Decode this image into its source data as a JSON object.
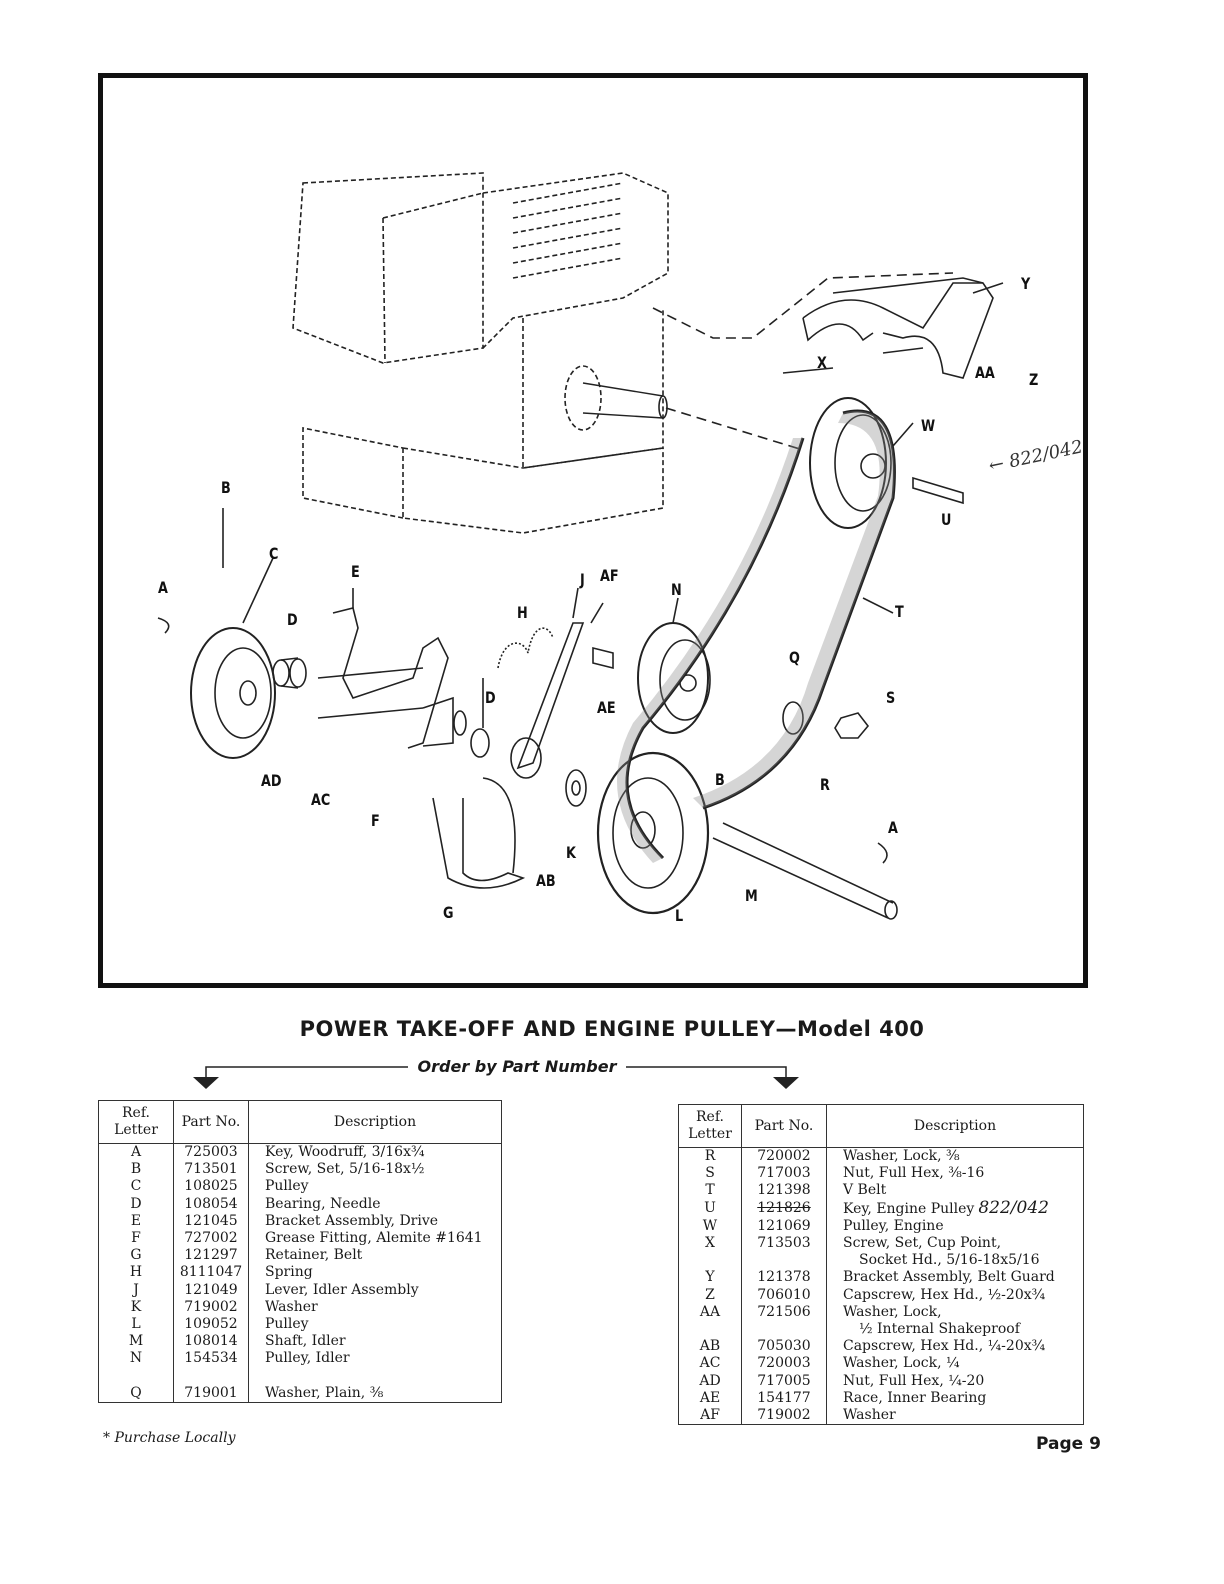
{
  "callouts": {
    "A": "A",
    "B": "B",
    "C": "C",
    "D": "D",
    "E": "E",
    "F": "F",
    "G": "G",
    "H": "H",
    "J": "J",
    "K": "K",
    "L": "L",
    "M": "M",
    "N": "N",
    "Q": "Q",
    "R": "R",
    "S": "S",
    "T": "T",
    "U": "U",
    "W": "W",
    "X": "X",
    "Y": "Y",
    "Z": "Z",
    "AA": "AA",
    "AB": "AB",
    "AC": "AC",
    "AD": "AD",
    "AE": "AE",
    "AF": "AF"
  },
  "handwritten_note": "← 822/042",
  "title": "POWER TAKE-OFF AND ENGINE PULLEY—Model 400",
  "order_label": "Order by Part Number",
  "table_headers": {
    "ref": "Ref. Letter",
    "part": "Part No.",
    "desc": "Description"
  },
  "left_table": [
    {
      "ref": "A",
      "part": "725003",
      "desc": "Key, Woodruff, 3/16x¾"
    },
    {
      "ref": "B",
      "part": "713501",
      "desc": "Screw, Set, 5/16-18x½"
    },
    {
      "ref": "C",
      "part": "108025",
      "desc": "Pulley"
    },
    {
      "ref": "D",
      "part": "108054",
      "desc": "Bearing, Needle"
    },
    {
      "ref": "E",
      "part": "121045",
      "desc": "Bracket Assembly, Drive"
    },
    {
      "ref": "F",
      "part": "727002",
      "desc": "Grease Fitting, Alemite #1641"
    },
    {
      "ref": "G",
      "part": "121297",
      "desc": "Retainer, Belt"
    },
    {
      "ref": "H",
      "part": "8111047",
      "desc": "Spring"
    },
    {
      "ref": "J",
      "part": "121049",
      "desc": "Lever, Idler Assembly"
    },
    {
      "ref": "K",
      "part": "719002",
      "desc": "Washer"
    },
    {
      "ref": "L",
      "part": "109052",
      "desc": "Pulley"
    },
    {
      "ref": "M",
      "part": "108014",
      "desc": "Shaft, Idler"
    },
    {
      "ref": "N",
      "part": "154534",
      "desc": "Pulley, Idler"
    },
    {
      "ref": "",
      "part": "",
      "desc": ""
    },
    {
      "ref": "Q",
      "part": "719001",
      "desc": "Washer, Plain, ⅜"
    }
  ],
  "right_table": [
    {
      "ref": "R",
      "part": "720002",
      "desc": "Washer, Lock, ⅜"
    },
    {
      "ref": "S",
      "part": "717003",
      "desc": "Nut, Full Hex, ⅜-16"
    },
    {
      "ref": "T",
      "part": "121398",
      "desc": "V Belt"
    },
    {
      "ref": "U",
      "part": "121826",
      "desc": "Key, Engine Pulley",
      "hand": "822/042"
    },
    {
      "ref": "W",
      "part": "121069",
      "desc": "Pulley, Engine"
    },
    {
      "ref": "X",
      "part": "713503",
      "desc": "Screw, Set, Cup Point,",
      "desc2": "Socket Hd., 5/16-18x5/16"
    },
    {
      "ref": "Y",
      "part": "121378",
      "desc": "Bracket Assembly, Belt Guard"
    },
    {
      "ref": "Z",
      "part": "706010",
      "desc": "Capscrew, Hex Hd., ½-20x¾"
    },
    {
      "ref": "AA",
      "part": "721506",
      "desc": "Washer, Lock,",
      "desc2": "½ Internal Shakeproof"
    },
    {
      "ref": "AB",
      "part": "705030",
      "desc": "Capscrew, Hex Hd., ¼-20x¾"
    },
    {
      "ref": "AC",
      "part": "720003",
      "desc": "Washer, Lock, ¼"
    },
    {
      "ref": "AD",
      "part": "717005",
      "desc": "Nut, Full Hex, ¼-20"
    },
    {
      "ref": "AE",
      "part": "154177",
      "desc": "Race, Inner Bearing"
    },
    {
      "ref": "AF",
      "part": "719002",
      "desc": "Washer"
    }
  ],
  "footnote": "* Purchase Locally",
  "page_label": "Page 9"
}
